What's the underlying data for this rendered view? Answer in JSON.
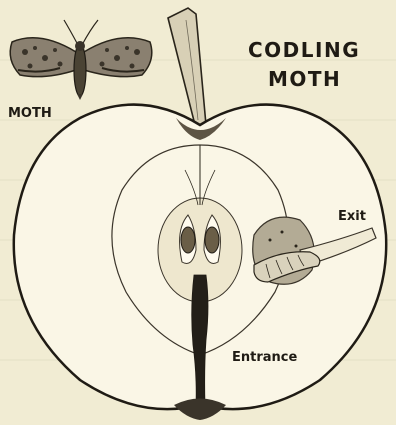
{
  "diagram": {
    "title_line1": "CODLING",
    "title_line2": "MOTH",
    "labels": {
      "moth": "MOTH",
      "exit": "Exit",
      "entrance": "Entrance"
    }
  },
  "colors": {
    "paper": "#f1ecd3",
    "ink": "#2a251b"
  }
}
